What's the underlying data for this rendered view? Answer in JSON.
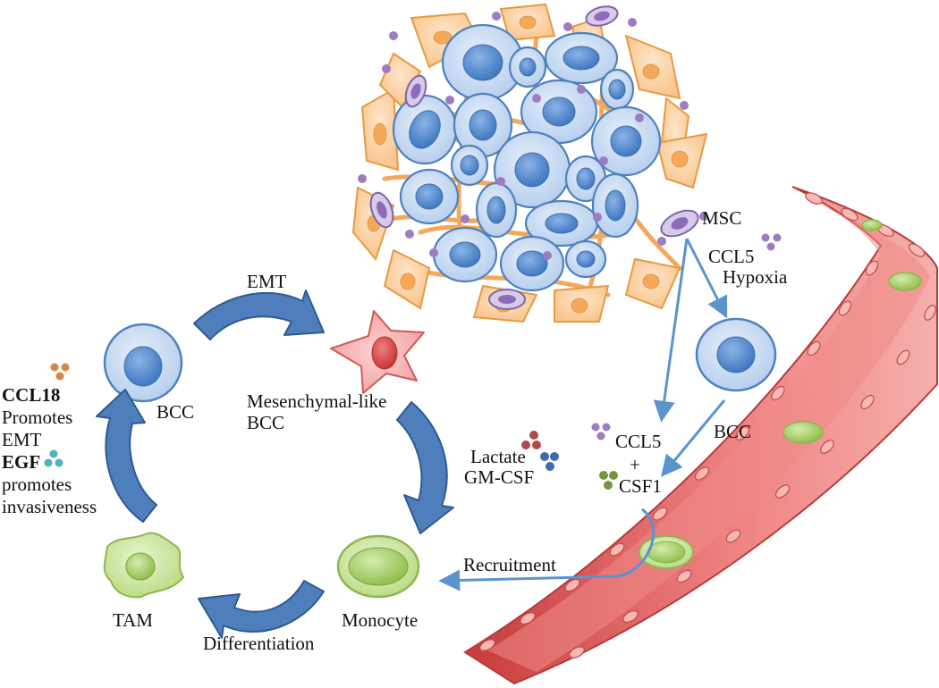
{
  "labels": {
    "msc": "MSC",
    "ccl5_top": "CCL5",
    "hypoxia": "Hypoxia",
    "emt": "EMT",
    "mesenchymal_line1": "Mesenchymal-like",
    "mesenchymal_line2": "BCC",
    "bcc_left": "BCC",
    "bcc_right": "BCC",
    "ccl18": "CCL18",
    "promotes_upper": "Promotes",
    "emt_left": "EMT",
    "egf": "EGF",
    "promotes_lower": "promotes",
    "invasiveness": "invasiveness",
    "lactate": "Lactate",
    "gm_csf": "GM-CSF",
    "ccl5_mid": "CCL5",
    "plus": "+",
    "csf1": "CSF1",
    "recruitment": "Recruitment",
    "tam": "TAM",
    "monocyte": "Monocyte",
    "differentiation": "Differentiation"
  },
  "colors": {
    "tumor_cell_fill": "#c9dcf2",
    "tumor_cell_stroke": "#4f81bd",
    "tumor_nucleus": "#5b8fd1",
    "fibroblast_fill": "#fbd3a8",
    "fibroblast_stroke": "#e69a45",
    "fibroblast_nucleus": "#f5a85a",
    "msc_fill": "#cdbde0",
    "msc_stroke": "#7f64a8",
    "msc_dot": "#9d7cc1",
    "matrix_fiber": "#f5a85a",
    "cycle_arrow": "#4f7ebc",
    "cycle_arrow_edge": "#2e5a91",
    "flow_line": "#5b93cf",
    "vessel_fill": "#e36363",
    "vessel_light": "#f3a8a4",
    "vessel_edge": "#b53b3b",
    "monocyte_fill": "#c9e29a",
    "monocyte_stroke": "#8fb650",
    "mesenchymal_fill": "#f4a6a6",
    "mesenchymal_nucleus": "#d84d4d",
    "ccl18_dots": "#d6874a",
    "egf_dots": "#4bb3c2",
    "lactate_dots": "#b24a45",
    "gm_csf_dots": "#3f6bb0",
    "csf1_dots": "#76963d",
    "ccl5_dots": "#9d7cc1"
  },
  "icons": {
    "tumor_cluster": "tumor-spheroid-icon",
    "cycle_arrows": "curved-arrow-icon",
    "vessel": "blood-vessel-icon"
  }
}
